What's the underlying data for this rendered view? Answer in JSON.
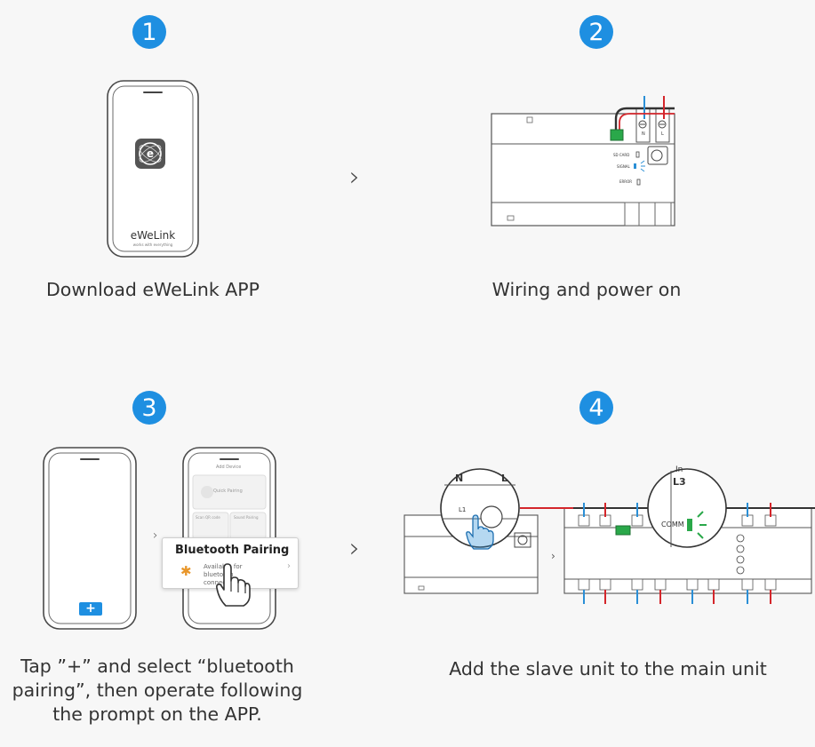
{
  "steps": [
    {
      "number": "1",
      "caption": "Download eWeLink APP",
      "phone_brand": "eWeLink",
      "phone_tagline": "works with everything"
    },
    {
      "number": "2",
      "caption": "Wiring and power on",
      "device_labels": {
        "sd_card": "SD CARD",
        "signal": "SIGNAL",
        "error": "ERROR",
        "n": "N",
        "l": "L"
      }
    },
    {
      "number": "3",
      "caption_lines": [
        "Tap ”+” and select “bluetooth",
        "pairing”, then operate following",
        "the prompt on the APP."
      ],
      "plus": "+",
      "app_screen": {
        "header": "Add Device",
        "quick": "Quick Pairing",
        "scan": "Scan QR code",
        "sound": "Sound Pairing"
      },
      "bt_card": {
        "title": "Bluetooth Pairing",
        "subtitle": "Available for bluetooth connection."
      }
    },
    {
      "number": "4",
      "caption": "Add the slave unit to the main unit",
      "zoom_labels": {
        "n": "N",
        "l": "L",
        "l1": "L1",
        "in": "In",
        "l3": "L3",
        "comm": "COMM"
      }
    }
  ],
  "arrows": [
    "›",
    "›"
  ],
  "colors": {
    "badge": "#1e8fe1",
    "wire_red": "#d4262b",
    "wire_blue": "#2b8fd6",
    "led_green": "#2aa84a",
    "plus_button": "#1e8fe1"
  }
}
